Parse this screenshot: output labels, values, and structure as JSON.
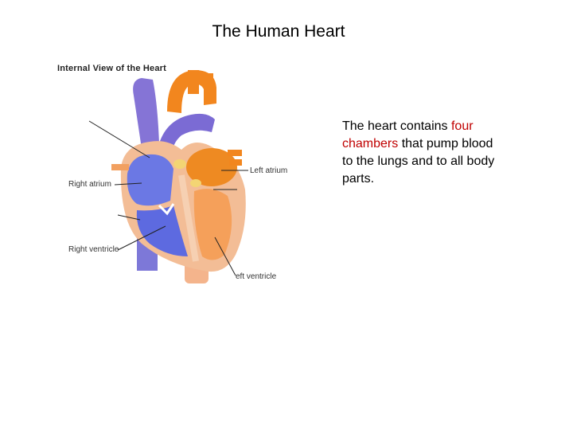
{
  "slide": {
    "title": "The Human Heart"
  },
  "diagram": {
    "heading": "Internal View of the Heart",
    "labels": {
      "right_atrium": "Right atrium",
      "left_atrium": "Left atrium",
      "right_ventricle": "Right ventricle",
      "left_ventricle": "eft ventricle"
    },
    "colors": {
      "oxygen_poor": "#6f73e0",
      "oxygen_rich": "#ef7a1a",
      "muscle": "#f0b78c"
    }
  },
  "body_text": {
    "part1": "The heart contains ",
    "highlight": "four chambers",
    "part2": " that pump blood to the lungs and to all body parts.",
    "highlight_color": "#c00000"
  }
}
